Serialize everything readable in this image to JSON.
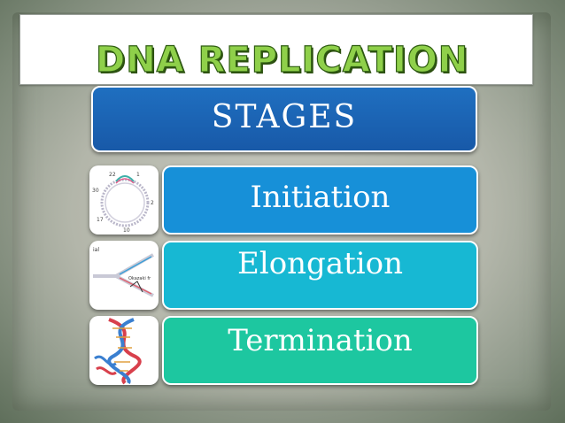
{
  "slide": {
    "title": "DNA REPLICATION",
    "header": "STAGES",
    "stages": [
      {
        "label": "Initiation",
        "color": "#1790d8",
        "image": "circular-dna-replication-bubble"
      },
      {
        "label": "Elongation",
        "color": "#17b8d3",
        "image": "replication-fork-okazaki"
      },
      {
        "label": "Termination",
        "color": "#1dc7a0",
        "image": "double-helix"
      }
    ],
    "thumbnail_labels": {
      "initiation": [
        "22",
        "1",
        "30",
        "2",
        "17",
        "10"
      ],
      "elongation": [
        "Okazaki fr"
      ]
    },
    "colors": {
      "title_fill": "#8fd04a",
      "title_outline": "#2f5d12",
      "header_bar": "#1a62b4"
    }
  }
}
